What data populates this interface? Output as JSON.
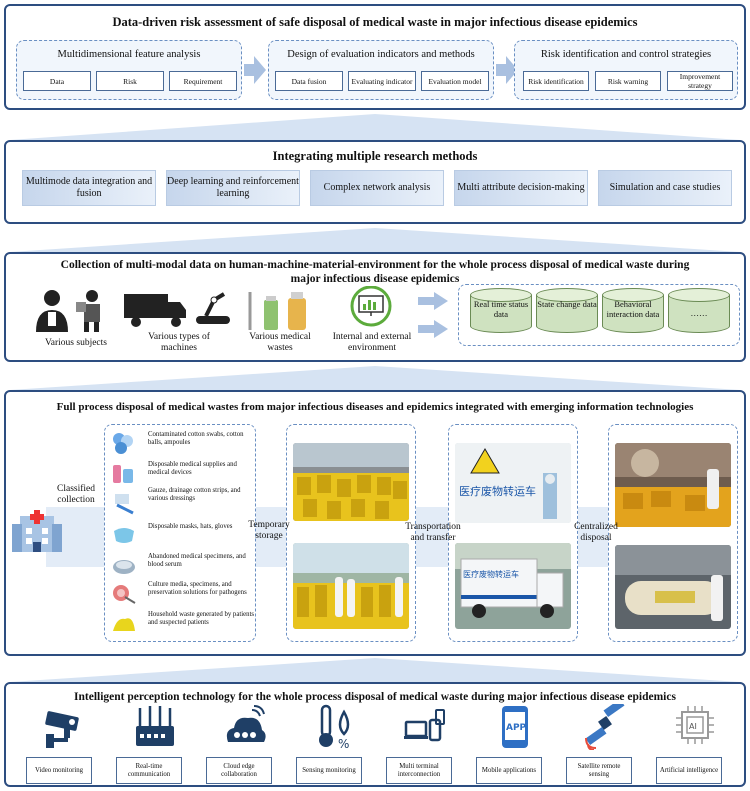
{
  "panel1": {
    "title": "Data-driven risk assessment of safe disposal of medical waste in major infectious disease epidemics",
    "group1": {
      "title": "Multidimensional feature analysis",
      "items": [
        "Data",
        "Risk",
        "Requirement"
      ]
    },
    "group2": {
      "title": "Design of evaluation indicators and methods",
      "items": [
        "Data fusion",
        "Evaluating indicator",
        "Evaluation model"
      ]
    },
    "group3": {
      "title": "Risk identification and control strategies",
      "items": [
        "Risk identification",
        "Risk warning",
        "Improvement strategy"
      ]
    }
  },
  "panel2": {
    "title": "Integrating multiple research methods",
    "methods": [
      "Multimode data integration and fusion",
      "Deep learning and reinforcement learning",
      "Complex network analysis",
      "Multi attribute decision-making",
      "Simulation and case studies"
    ]
  },
  "panel3": {
    "title_line1": "Collection of multi-modal data on human-machine-material-environment for the whole process disposal of medical waste during",
    "title_line2": "major infectious disease epidemics",
    "sources": [
      "Various subjects",
      "Various types of machines",
      "Various medical wastes",
      "Internal and external environment"
    ],
    "data_types": [
      "Real time status data",
      "State change data",
      "Behavioral interaction data",
      "……"
    ]
  },
  "panel4": {
    "title": "Full process disposal of medical wastes from major infectious diseases and epidemics integrated with emerging information technologies",
    "stage0": "Classified collection",
    "waste_items": [
      "Contaminated cotton swabs, cotton balls, ampoules",
      "Disposable medical supplies and medical devices",
      "Gauze, drainage cotton strips, and various dressings",
      "Disposable masks, hats, gloves",
      "Abandoned medical specimens, and blood serum",
      "Culture media, specimens, and preservation solutions for pathogens",
      "Household waste generated by patients and suspected patients"
    ],
    "stage1": "Temporary storage",
    "stage2": "Transportation and transfer",
    "stage3": "Centralized disposal",
    "truck_text": "医疗废物转运车"
  },
  "panel5": {
    "title": "Intelligent perception technology for the whole process disposal of medical waste during major infectious disease epidemics",
    "techs": [
      "Video monitoring",
      "Real-time communication",
      "Cloud edge collaboration",
      "Sensing monitoring",
      "Multi terminal interconnection",
      "Mobile applications",
      "Satellite remote sensing",
      "Artificial intelligence"
    ],
    "app_text": "APP",
    "ai_text": "AI"
  },
  "colors": {
    "border": "#2d4d80",
    "dash": "#6a8fc2",
    "accent": "#3b78c4",
    "green": "#5cab3c",
    "yellow": "#e8c31d"
  }
}
